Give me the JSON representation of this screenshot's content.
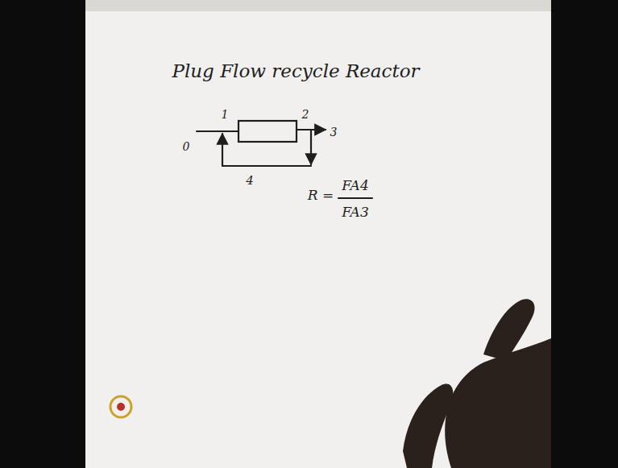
{
  "diagram": {
    "title": "Plug Flow recycle Reactor",
    "labels": [
      "1",
      "2",
      "0",
      "3",
      "4",
      "R =",
      "FA4",
      "FA3"
    ]
  }
}
